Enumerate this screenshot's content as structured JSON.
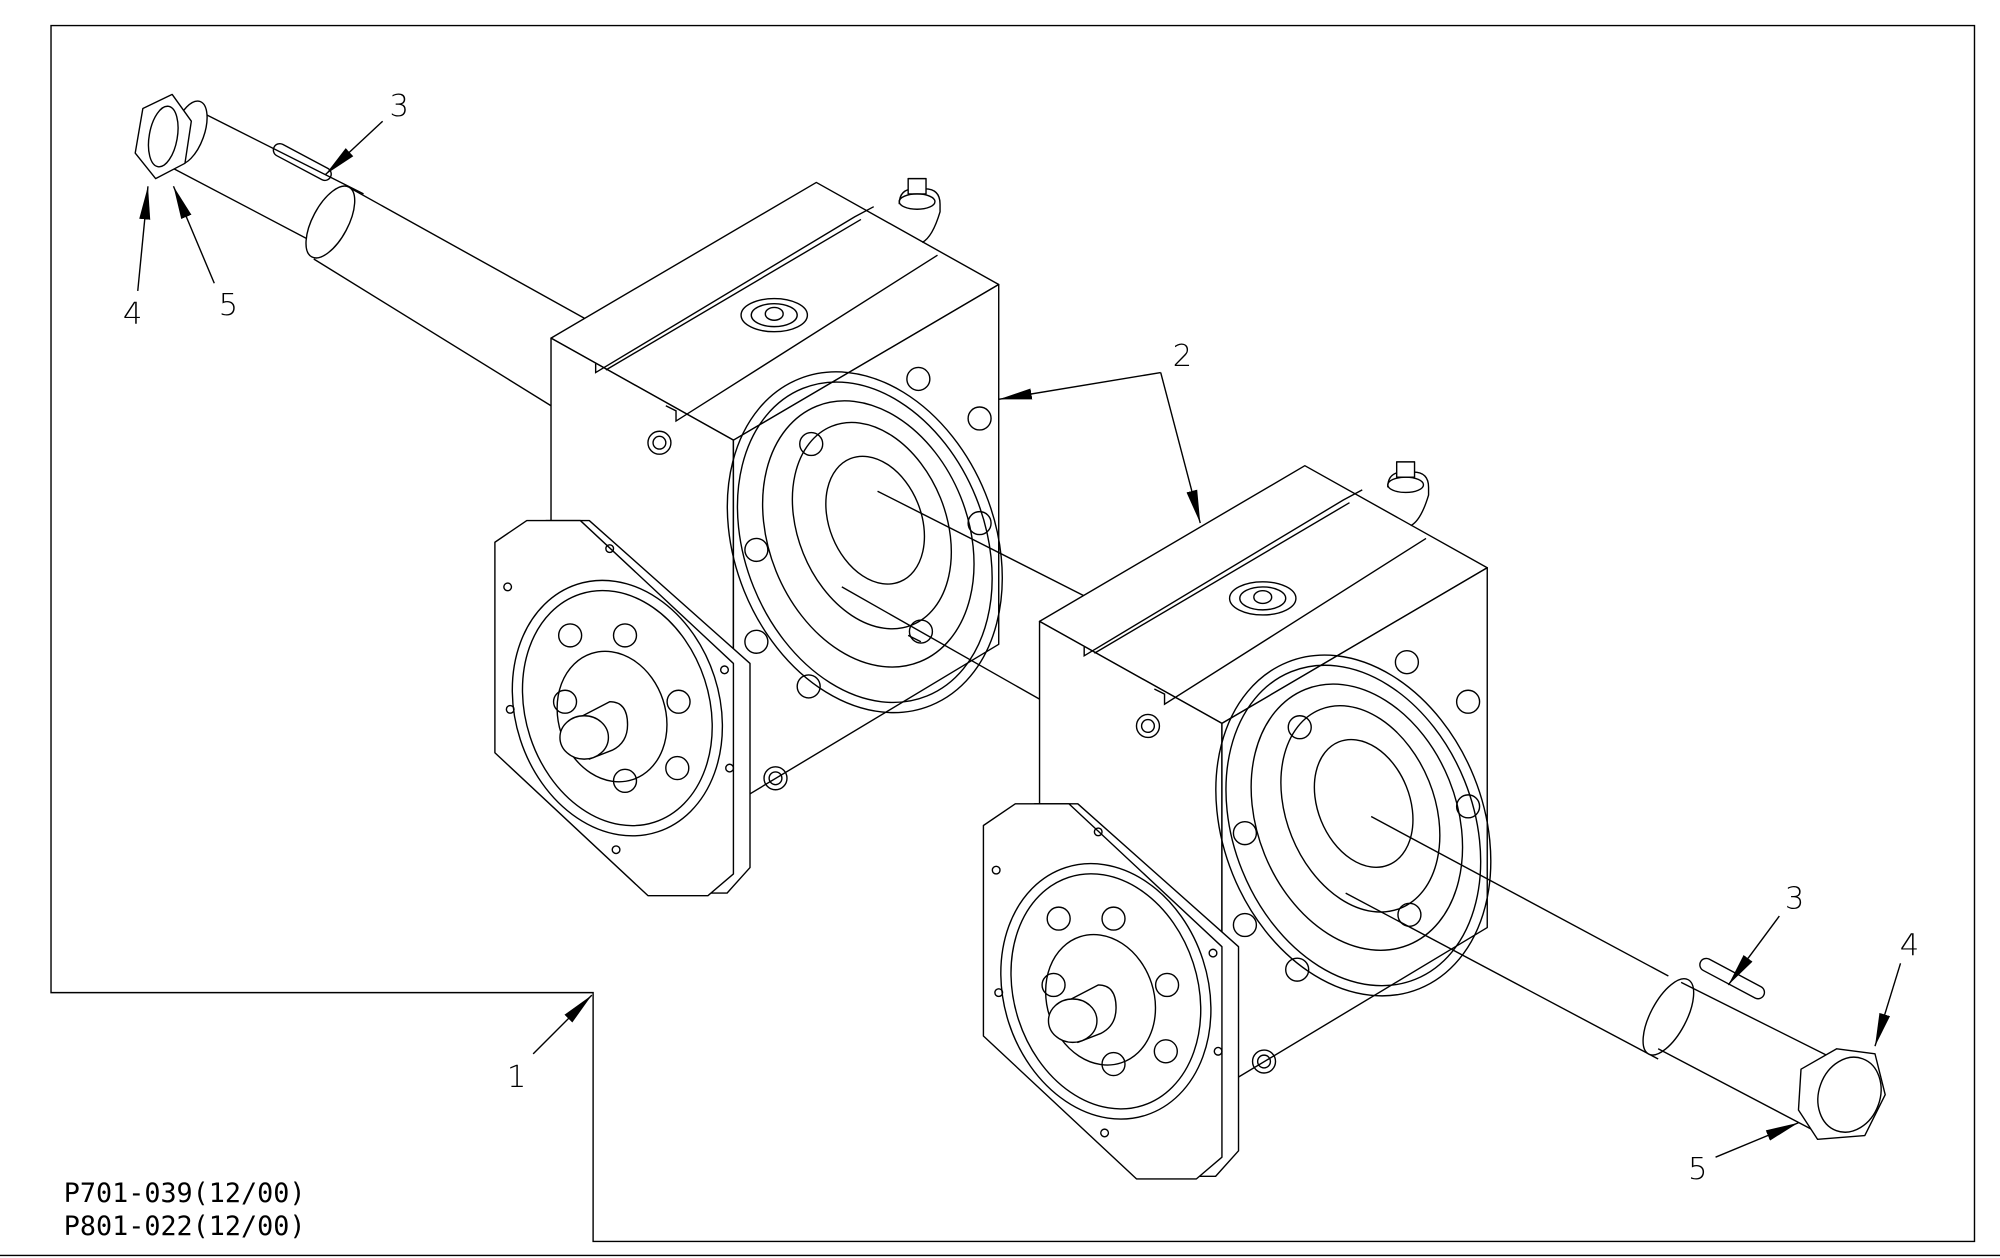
{
  "drawing": {
    "callouts": [
      {
        "id": "1",
        "label": "1"
      },
      {
        "id": "2",
        "label": "2"
      },
      {
        "id": "3a",
        "label": "3"
      },
      {
        "id": "3b",
        "label": "3"
      },
      {
        "id": "4a",
        "label": "4"
      },
      {
        "id": "4b",
        "label": "4"
      },
      {
        "id": "5a",
        "label": "5"
      },
      {
        "id": "5b",
        "label": "5"
      }
    ],
    "references": [
      "P701-039(12/00)",
      "P801-022(12/00)"
    ]
  }
}
